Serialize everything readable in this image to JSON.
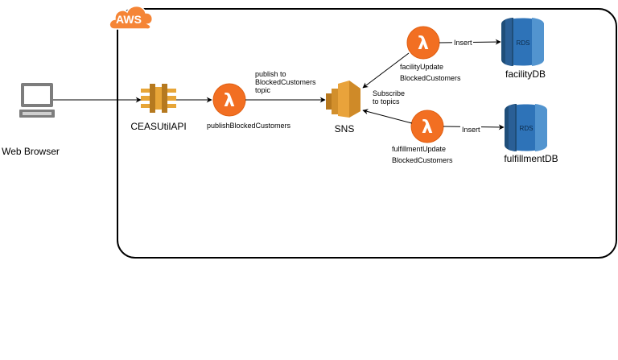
{
  "cloud": {
    "badge": "AWS"
  },
  "nodes": {
    "browser": {
      "label": "Web Browser",
      "icon": "computer-icon"
    },
    "api": {
      "label": "CEASUtilAPI",
      "icon": "api-gateway-icon"
    },
    "publish_lambda": {
      "label": "publishBlockedCustomers",
      "icon": "lambda-icon"
    },
    "sns": {
      "label": "SNS",
      "icon": "sns-icon"
    },
    "facility_lambda": {
      "line1": "facilityUpdate",
      "line2": "BlockedCustomers",
      "icon": "lambda-icon"
    },
    "fulfillment_lambda": {
      "line1": "fulfillmentUpdate",
      "line2": "BlockedCustomers",
      "icon": "lambda-icon"
    },
    "facility_db": {
      "label": "facilityDB",
      "badge": "RDS",
      "icon": "rds-database-icon"
    },
    "fulfillment_db": {
      "label": "fulfillmentDB",
      "badge": "RDS",
      "icon": "rds-database-icon"
    }
  },
  "edges": {
    "publish": {
      "line1": "publish to",
      "line2": "BlockedCustomers",
      "line3": "topic"
    },
    "subscribe": {
      "line1": "Subscribe",
      "line2": "to topics"
    },
    "insert_facility": "Insert",
    "insert_fulfillment": "Insert"
  },
  "colors": {
    "aws_orange": "#f58536",
    "lambda_orange": "#f26f22",
    "api_gold": "#e7a537",
    "api_dark": "#b5791f",
    "sns_gold": "#e9a33b",
    "sns_dark": "#b8791f",
    "rds_blue": "#2e73b8",
    "rds_dark": "#1f4e79",
    "rds_light": "#5294cf",
    "computer_gray": "#7d7d7d"
  }
}
